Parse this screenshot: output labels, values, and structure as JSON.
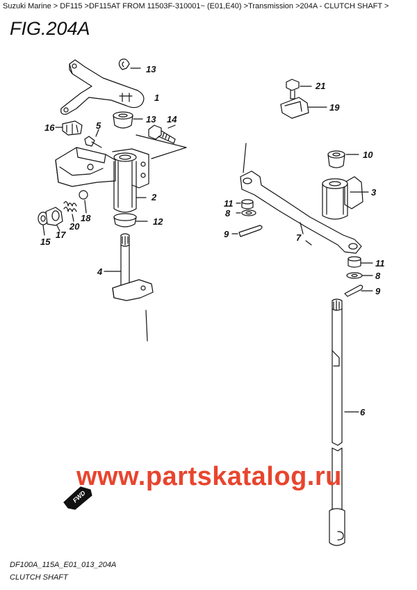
{
  "breadcrumb": {
    "items": [
      "Suzuki Marine",
      "DF115",
      "DF115AT FROM 11503F-310001~ (E01,E40)",
      "Transmission",
      "204A - CLUTCH SHAFT"
    ],
    "separator": " >"
  },
  "figure": {
    "title": "FIG.204A",
    "code": "DF100A_115A_E01_013_204A",
    "name": "CLUTCH SHAFT"
  },
  "callouts": {
    "c1": "1",
    "c2": "2",
    "c3": "3",
    "c4": "4",
    "c5": "5",
    "c6": "6",
    "c7": "7",
    "c8a": "8",
    "c8b": "8",
    "c9a": "9",
    "c9b": "9",
    "c10": "10",
    "c11a": "11",
    "c11b": "11",
    "c12": "12",
    "c13a": "13",
    "c13b": "13",
    "c14": "14",
    "c15": "15",
    "c16": "16",
    "c17": "17",
    "c18": "18",
    "c19": "19",
    "c20": "20",
    "c21": "21"
  },
  "fwd_label": "FWD",
  "watermark": "www.partskatalog.ru",
  "colors": {
    "line": "#111111",
    "watermark": "#e8452e"
  }
}
